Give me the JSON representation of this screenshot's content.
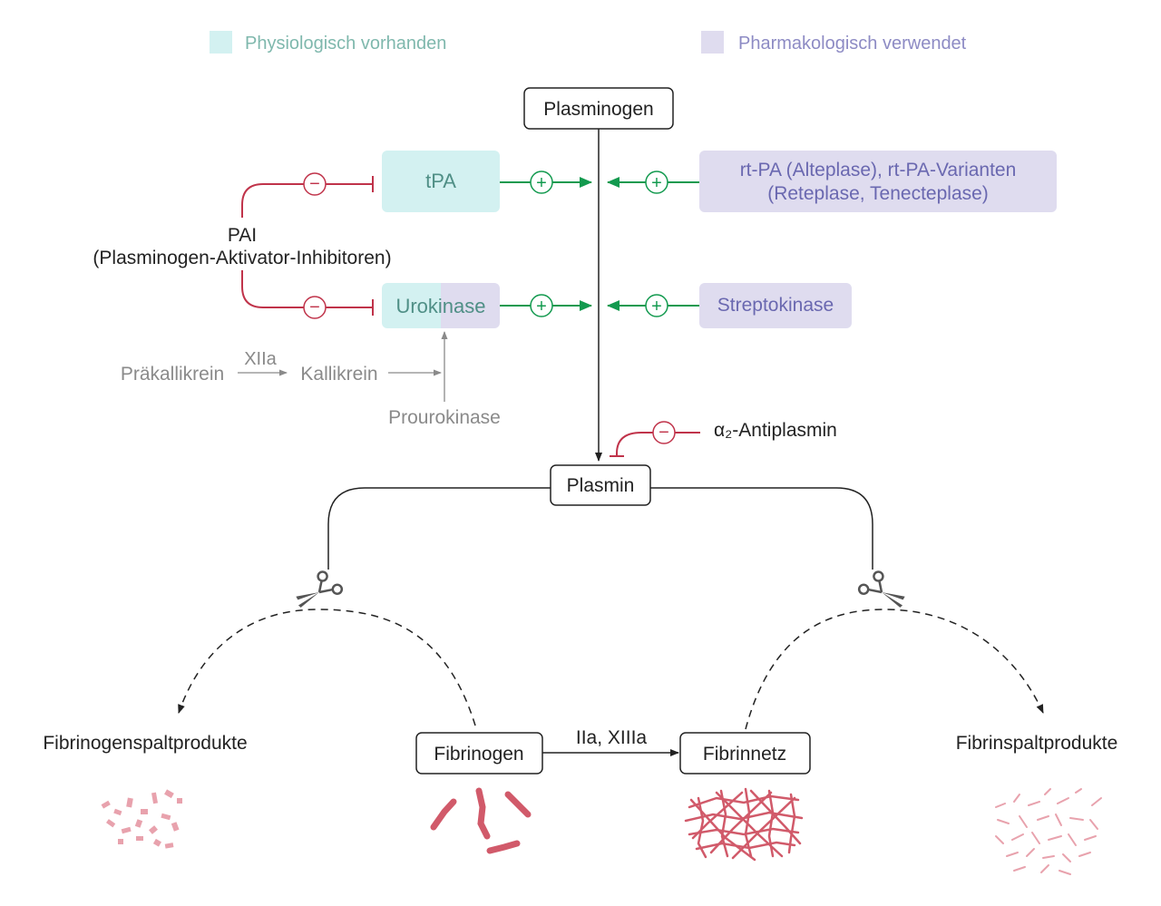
{
  "legend": {
    "physiological": {
      "label": "Physiologisch vorhanden",
      "color": "#d3f1f1",
      "text_color": "#7fb8ad"
    },
    "pharmacological": {
      "label": "Pharmakologisch verwendet",
      "color": "#dfdcef",
      "text_color": "#8d8bc4"
    }
  },
  "nodes": {
    "plasminogen": "Plasminogen",
    "tpa": "tPA",
    "urokinase": "Urokinase",
    "rtpa_line1": "rt-PA (Alteplase), rt-PA-Varianten",
    "rtpa_line2": "(Reteplase, Tenecteplase)",
    "streptokinase": "Streptokinase",
    "pai_line1": "PAI",
    "pai_line2": "(Plasminogen-Aktivator-Inhibitoren)",
    "praekallikrein": "Präkallikrein",
    "xiia": "XIIa",
    "kallikrein": "Kallikrein",
    "prourokinase": "Prourokinase",
    "antiplasmin": "α₂-Antiplasmin",
    "plasmin": "Plasmin",
    "fibrinogen": "Fibrinogen",
    "fibrinnetz": "Fibrinnetz",
    "iia_xiiia": "IIa, XIIIa",
    "fibrinogenspaltprodukte": "Fibrinogenspaltprodukte",
    "fibrinspaltprodukte": "Fibrinspaltprodukte"
  },
  "symbols": {
    "plus": "+",
    "minus": "−"
  },
  "colors": {
    "activation": "#139a4f",
    "inhibition": "#c0334a",
    "line": "#222222",
    "grey": "#8a8a8a",
    "fibrin": "#d15a6a",
    "fibrin_light": "#e8a2ad",
    "tpa_text": "#4f8f86",
    "pharma_text": "#6a68b0"
  }
}
